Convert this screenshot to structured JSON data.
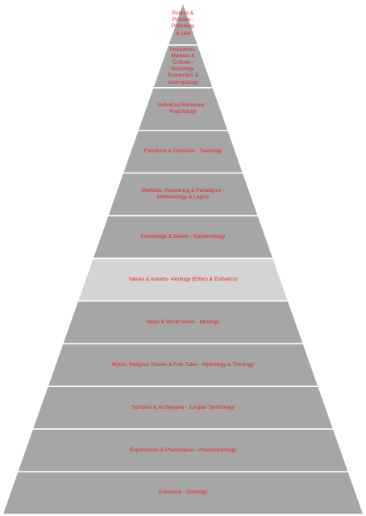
{
  "text_color": "#e8212b",
  "band_color_default": "#a6a6a6",
  "band_color_highlight": "#d4d4d4",
  "divider_color": "#ffffff",
  "tiers": [
    {
      "label": "Politics &\nPolicies -\nPolitology\n& Law",
      "highlight": false
    },
    {
      "label": "Institutions,\nMarkets &\nCulture -\nSociology,\nEconomics &\nAnthropology",
      "highlight": false
    },
    {
      "label": "Individual Behaviour -\nPsychology",
      "highlight": false
    },
    {
      "label": "Functions & Purposes - Teleology",
      "highlight": false
    },
    {
      "label": "Methods, Reasoning & Paradigms -\nMethodology & Logics",
      "highlight": false
    },
    {
      "label": "Knowledge & Beliefs - Epistemology",
      "highlight": false
    },
    {
      "label": "Values & Axioms- Axiology (Ethics & Esthetics)",
      "highlight": true
    },
    {
      "label": "Ideas & World Views - Ideology",
      "highlight": false
    },
    {
      "label": "Myths, Religous Stories & Folk-Tales - Mythology & Theology",
      "highlight": false
    },
    {
      "label": "Symbols & Archetypes - Jungian Symbology",
      "highlight": false
    },
    {
      "label": "Experiences & Phenomena - Phenomenology",
      "highlight": false
    },
    {
      "label": "Existence - Ontology",
      "highlight": false
    }
  ]
}
